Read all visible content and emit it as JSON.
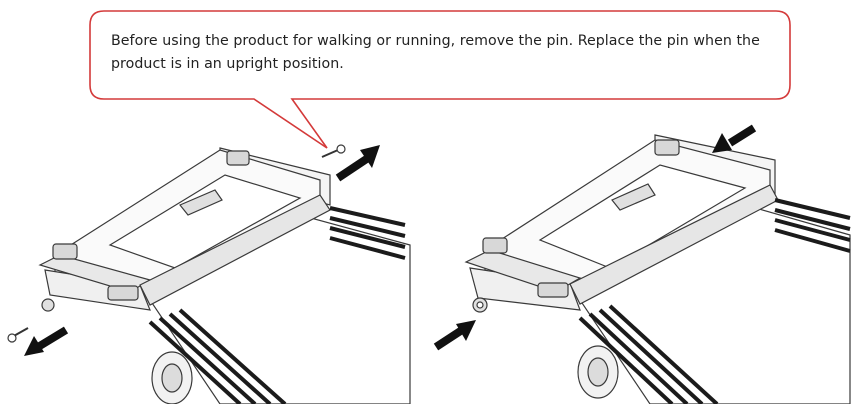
{
  "callout": {
    "text": "Before using the product for walking or running, remove the pin. Replace the pin when the product is in an upright position.",
    "border_color": "#d43a3a"
  },
  "illustrations": {
    "left": {
      "description_icon": "treadmill-folding-pin-removed"
    },
    "right": {
      "description_icon": "treadmill-folding-pin-inserted"
    }
  },
  "colors": {
    "line": "#333333",
    "arrow": "#111111",
    "belt": "#222222"
  }
}
